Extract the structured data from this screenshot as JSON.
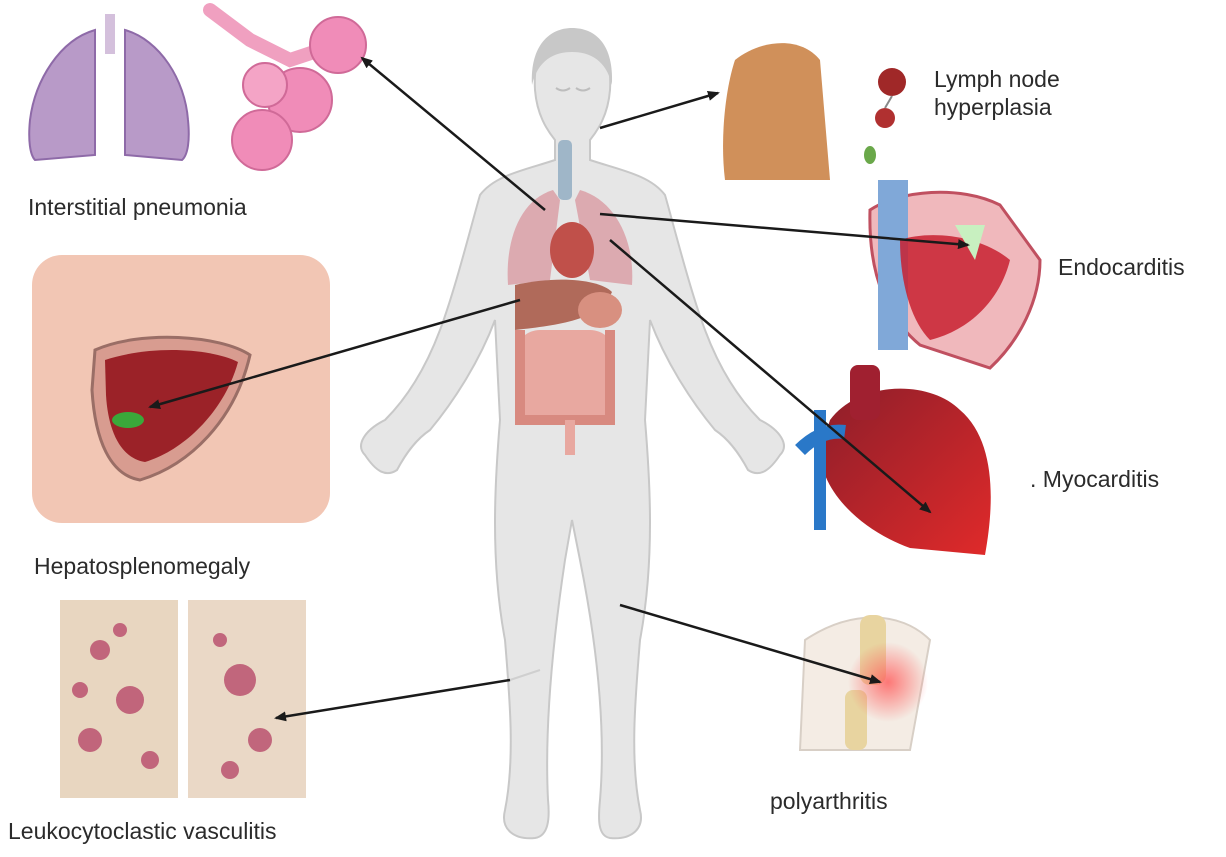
{
  "labels": {
    "interstitial_pneumonia": "Interstitial pneumonia",
    "hepatosplenomegaly": "Hepatosplenomegaly",
    "leukocytoclastic_vasculitis": "Leukocytoclastic vasculitis",
    "lymph_node_line1": "Lymph node",
    "lymph_node_line2": "hyperplasia",
    "endocarditis": "Endocarditis",
    "myocarditis": ". Myocarditis",
    "polyarthritis": "polyarthritis"
  },
  "colors": {
    "body": "#e6e6e6",
    "body_outline": "#c8c8c8",
    "arrow": "#1a1a1a",
    "lung": "#b89ac8",
    "alveoli": "#f08cb8",
    "heart_red": "#c8202c",
    "liver": "#9b2228",
    "skin": "#f2c6b4",
    "vessel_blue": "#2a78c8",
    "rash": "#b84a6a",
    "knee_glow": "#ff6a6a"
  }
}
